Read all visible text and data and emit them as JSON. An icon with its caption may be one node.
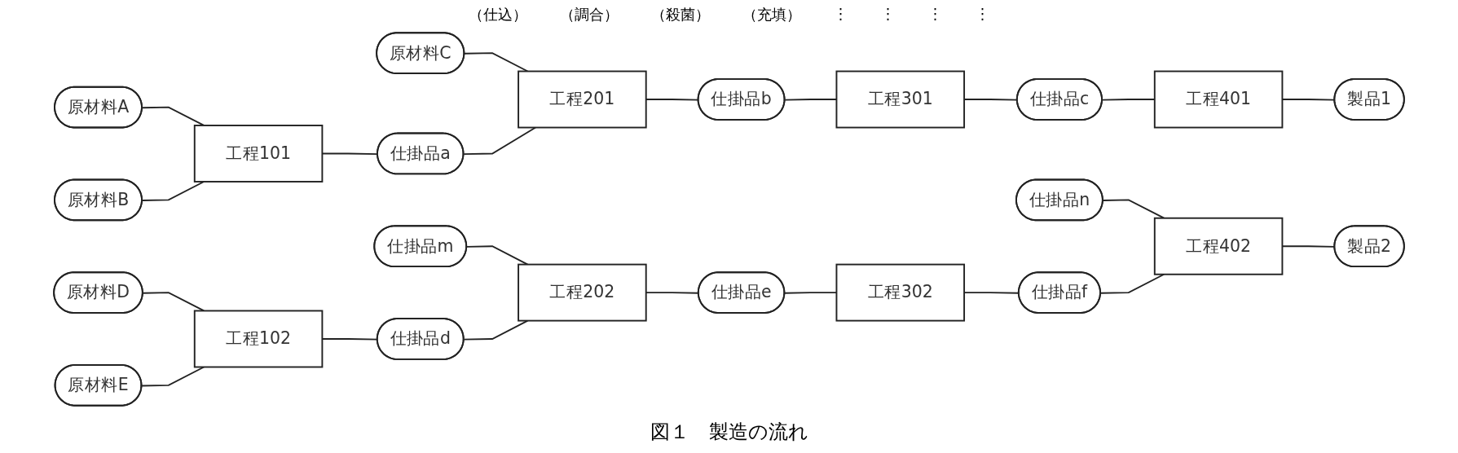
{
  "diagram": {
    "caption": "図１　製造の流れ",
    "nodes": [
      {
        "text": [
          "原材料A"
        ]
      },
      {
        "text": [
          "原材料B"
        ]
      },
      {
        "text": [
          "工程101"
        ]
      },
      {
        "text": [
          "原材料C"
        ]
      },
      {
        "text": [
          "仕掛品a"
        ]
      },
      {
        "text": [
          "工程201"
        ]
      },
      {
        "text": [
          "仕掛品b"
        ]
      },
      {
        "text": [
          "工程301"
        ]
      },
      {
        "text": [
          "仕掛品c"
        ]
      },
      {
        "text": [
          "工程401"
        ]
      },
      {
        "text": [
          "製品1"
        ]
      },
      {
        "text": [
          "原材料D"
        ]
      },
      {
        "text": [
          "原材料E"
        ]
      },
      {
        "text": [
          "工程102"
        ]
      },
      {
        "text": [
          "仕掛品m"
        ]
      },
      {
        "text": [
          "仕掛品d"
        ]
      },
      {
        "text": [
          "工程202"
        ]
      },
      {
        "text": [
          "仕掛品e"
        ]
      },
      {
        "text": [
          "工程302"
        ]
      },
      {
        "text": [
          "仕掛品n"
        ]
      },
      {
        "text": [
          "仕掛品f"
        ]
      },
      {
        "text": [
          "工程402"
        ]
      },
      {
        "text": [
          "製品2"
        ]
      }
    ],
    "edges": [
      {
        "from": 0,
        "to": 2,
        "arrow": "none"
      },
      {
        "from": 1,
        "to": 2,
        "arrow": "none"
      },
      {
        "from": 2,
        "to": 4,
        "arrow": "none"
      },
      {
        "from": 3,
        "to": 5,
        "arrow": "none"
      },
      {
        "from": 4,
        "to": 5,
        "arrow": "none"
      },
      {
        "from": 5,
        "to": 6,
        "arrow": "none"
      },
      {
        "from": 6,
        "to": 7,
        "arrow": "none"
      },
      {
        "from": 7,
        "to": 8,
        "arrow": "none"
      },
      {
        "from": 8,
        "to": 9,
        "arrow": "none"
      },
      {
        "from": 9,
        "to": 10,
        "arrow": "none"
      },
      {
        "from": 11,
        "to": 13,
        "arrow": "none"
      },
      {
        "from": 12,
        "to": 13,
        "arrow": "none"
      },
      {
        "from": 13,
        "to": 15,
        "arrow": "none"
      },
      {
        "from": 14,
        "to": 16,
        "arrow": "none"
      },
      {
        "from": 15,
        "to": 16,
        "arrow": "none"
      },
      {
        "from": 16,
        "to": 17,
        "arrow": "none"
      },
      {
        "from": 17,
        "to": 18,
        "arrow": "none"
      },
      {
        "from": 18,
        "to": 20,
        "arrow": "none"
      },
      {
        "from": 19,
        "to": 21,
        "arrow": "none"
      },
      {
        "from": 20,
        "to": 21,
        "arrow": "none"
      },
      {
        "from": 21,
        "to": 22,
        "arrow": "none"
      }
    ],
    "labels": [
      "（仕込）",
      "（調合）",
      "（殺菌）",
      "（充填）",
      "⋮",
      "⋮",
      "⋮",
      "⋮"
    ]
  }
}
